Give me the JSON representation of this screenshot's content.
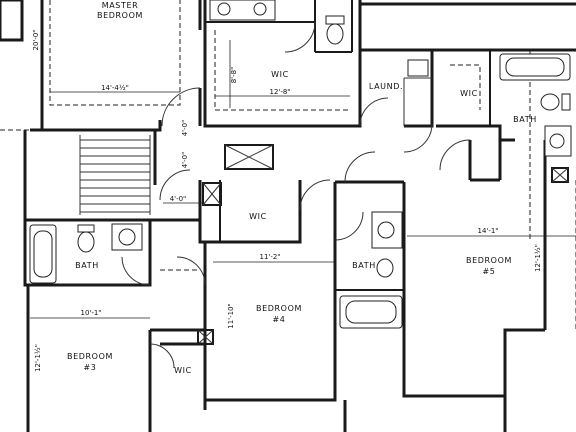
{
  "rooms": {
    "master_line1": "MASTER",
    "master_line2": "BEDROOM",
    "wic_master": "WIC",
    "laundry": "LAUND.",
    "wic_right": "WIC",
    "bath_right": "BATH",
    "wic_center": "WIC",
    "bath_left": "BATH",
    "bath_center": "BATH",
    "bedroom5_line1": "BEDROOM",
    "bedroom5_line2": "#5",
    "bedroom4_line1": "BEDROOM",
    "bedroom4_line2": "#4",
    "bedroom3_line1": "BEDROOM",
    "bedroom3_line2": "#3",
    "wic_lower": "WIC"
  },
  "dimensions": {
    "master_width": "14'-4½\"",
    "master_depth": "20'-0\"",
    "wic_width": "12'-8\"",
    "wic_depth": "8'-8\"",
    "hall_depth_a": "4'-0\"",
    "hall_depth_b": "4'-0\"",
    "hall_width": "4'-0\"",
    "bed5_width": "14'-1\"",
    "bed5_depth": "12'-1½\"",
    "bed4_width": "11'-2\"",
    "bed4_depth": "11'-10\"",
    "bed3_width": "10'-1\"",
    "bed3_depth": "12'-1½\""
  }
}
